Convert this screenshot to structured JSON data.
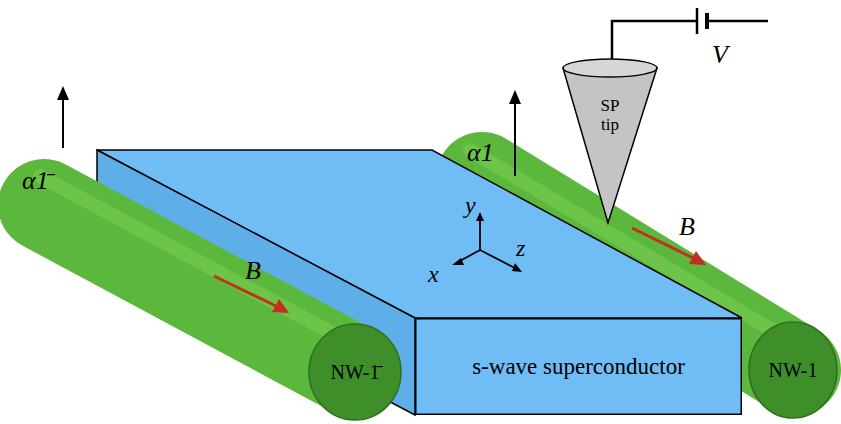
{
  "diagram": {
    "nodes": [
      {
        "text": [
          "NW-1̄"
        ]
      },
      {
        "text": [
          "s-wave superconductor"
        ]
      },
      {
        "text": [
          "NW-1"
        ]
      },
      {
        "text": [
          "SP tip"
        ]
      }
    ],
    "labels": [
      "α1̄",
      "α1",
      "B",
      "B",
      "V",
      "y",
      "x",
      "z"
    ]
  }
}
